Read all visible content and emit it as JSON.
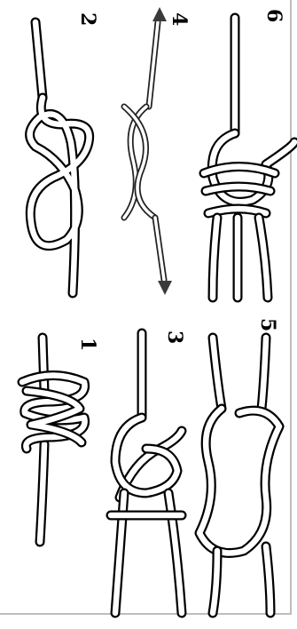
{
  "panels": [
    {
      "id": "1",
      "label": "1"
    },
    {
      "id": "2",
      "label": "2"
    },
    {
      "id": "3",
      "label": "3"
    },
    {
      "id": "4",
      "label": "4"
    },
    {
      "id": "5",
      "label": "5"
    },
    {
      "id": "6",
      "label": "6"
    }
  ],
  "colors": {
    "ink": "#000000",
    "rope": "#ffffff",
    "border": "#bdbdbd",
    "arrow": "#3a3a3a"
  }
}
